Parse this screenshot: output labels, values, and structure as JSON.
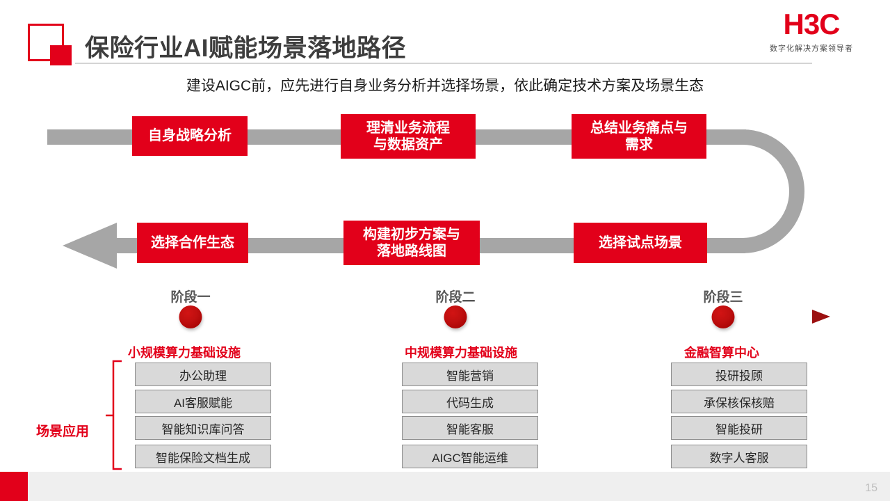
{
  "header": {
    "title": "保险行业AI赋能场景落地路径",
    "brand_logo": "H3C",
    "brand_tagline": "数字化解决方案领导者",
    "logo_icon": "h3c-square-mark",
    "accent_color": "#e2001a"
  },
  "subtitle": "建设AIGC前，应先进行自身业务分析并选择场景，依此确定技术方案及场景生态",
  "flow": {
    "arrow_color": "#a6a6a6",
    "box_color": "#e2001a",
    "row1": [
      {
        "label": "自身战略分析",
        "lines": [
          "自身战略分析"
        ]
      },
      {
        "label": "理清业务流程与数据资产",
        "lines": [
          "理清业务流程",
          "与数据资产"
        ]
      },
      {
        "label": "总结业务痛点与需求",
        "lines": [
          "总结业务痛点与",
          "需求"
        ]
      }
    ],
    "row2": [
      {
        "label": "选择合作生态",
        "lines": [
          "选择合作生态"
        ]
      },
      {
        "label": "构建初步方案与落地路线图",
        "lines": [
          "构建初步方案与",
          "落地路线图"
        ]
      },
      {
        "label": "选择试点场景",
        "lines": [
          "选择试点场景"
        ]
      }
    ]
  },
  "timeline": {
    "line_color": "#b01a1a",
    "stages": [
      {
        "stage_label": "阶段一",
        "title": "小规模算力基础设施"
      },
      {
        "stage_label": "阶段二",
        "title": "中规模算力基础设施"
      },
      {
        "stage_label": "阶段三",
        "title": "金融智算中心"
      }
    ]
  },
  "scenes": {
    "group_label": "场景应用",
    "columns": [
      {
        "items": [
          "办公助理",
          "AI客服赋能",
          "智能知识库问答",
          "智能保险文档生成"
        ]
      },
      {
        "items": [
          "智能营销",
          "代码生成",
          "智能客服",
          "AIGC智能运维"
        ]
      },
      {
        "items": [
          "投研投顾",
          "承保核保核赔",
          "智能投研",
          "数字人客服"
        ]
      }
    ]
  },
  "footer": {
    "page_number": "15"
  }
}
